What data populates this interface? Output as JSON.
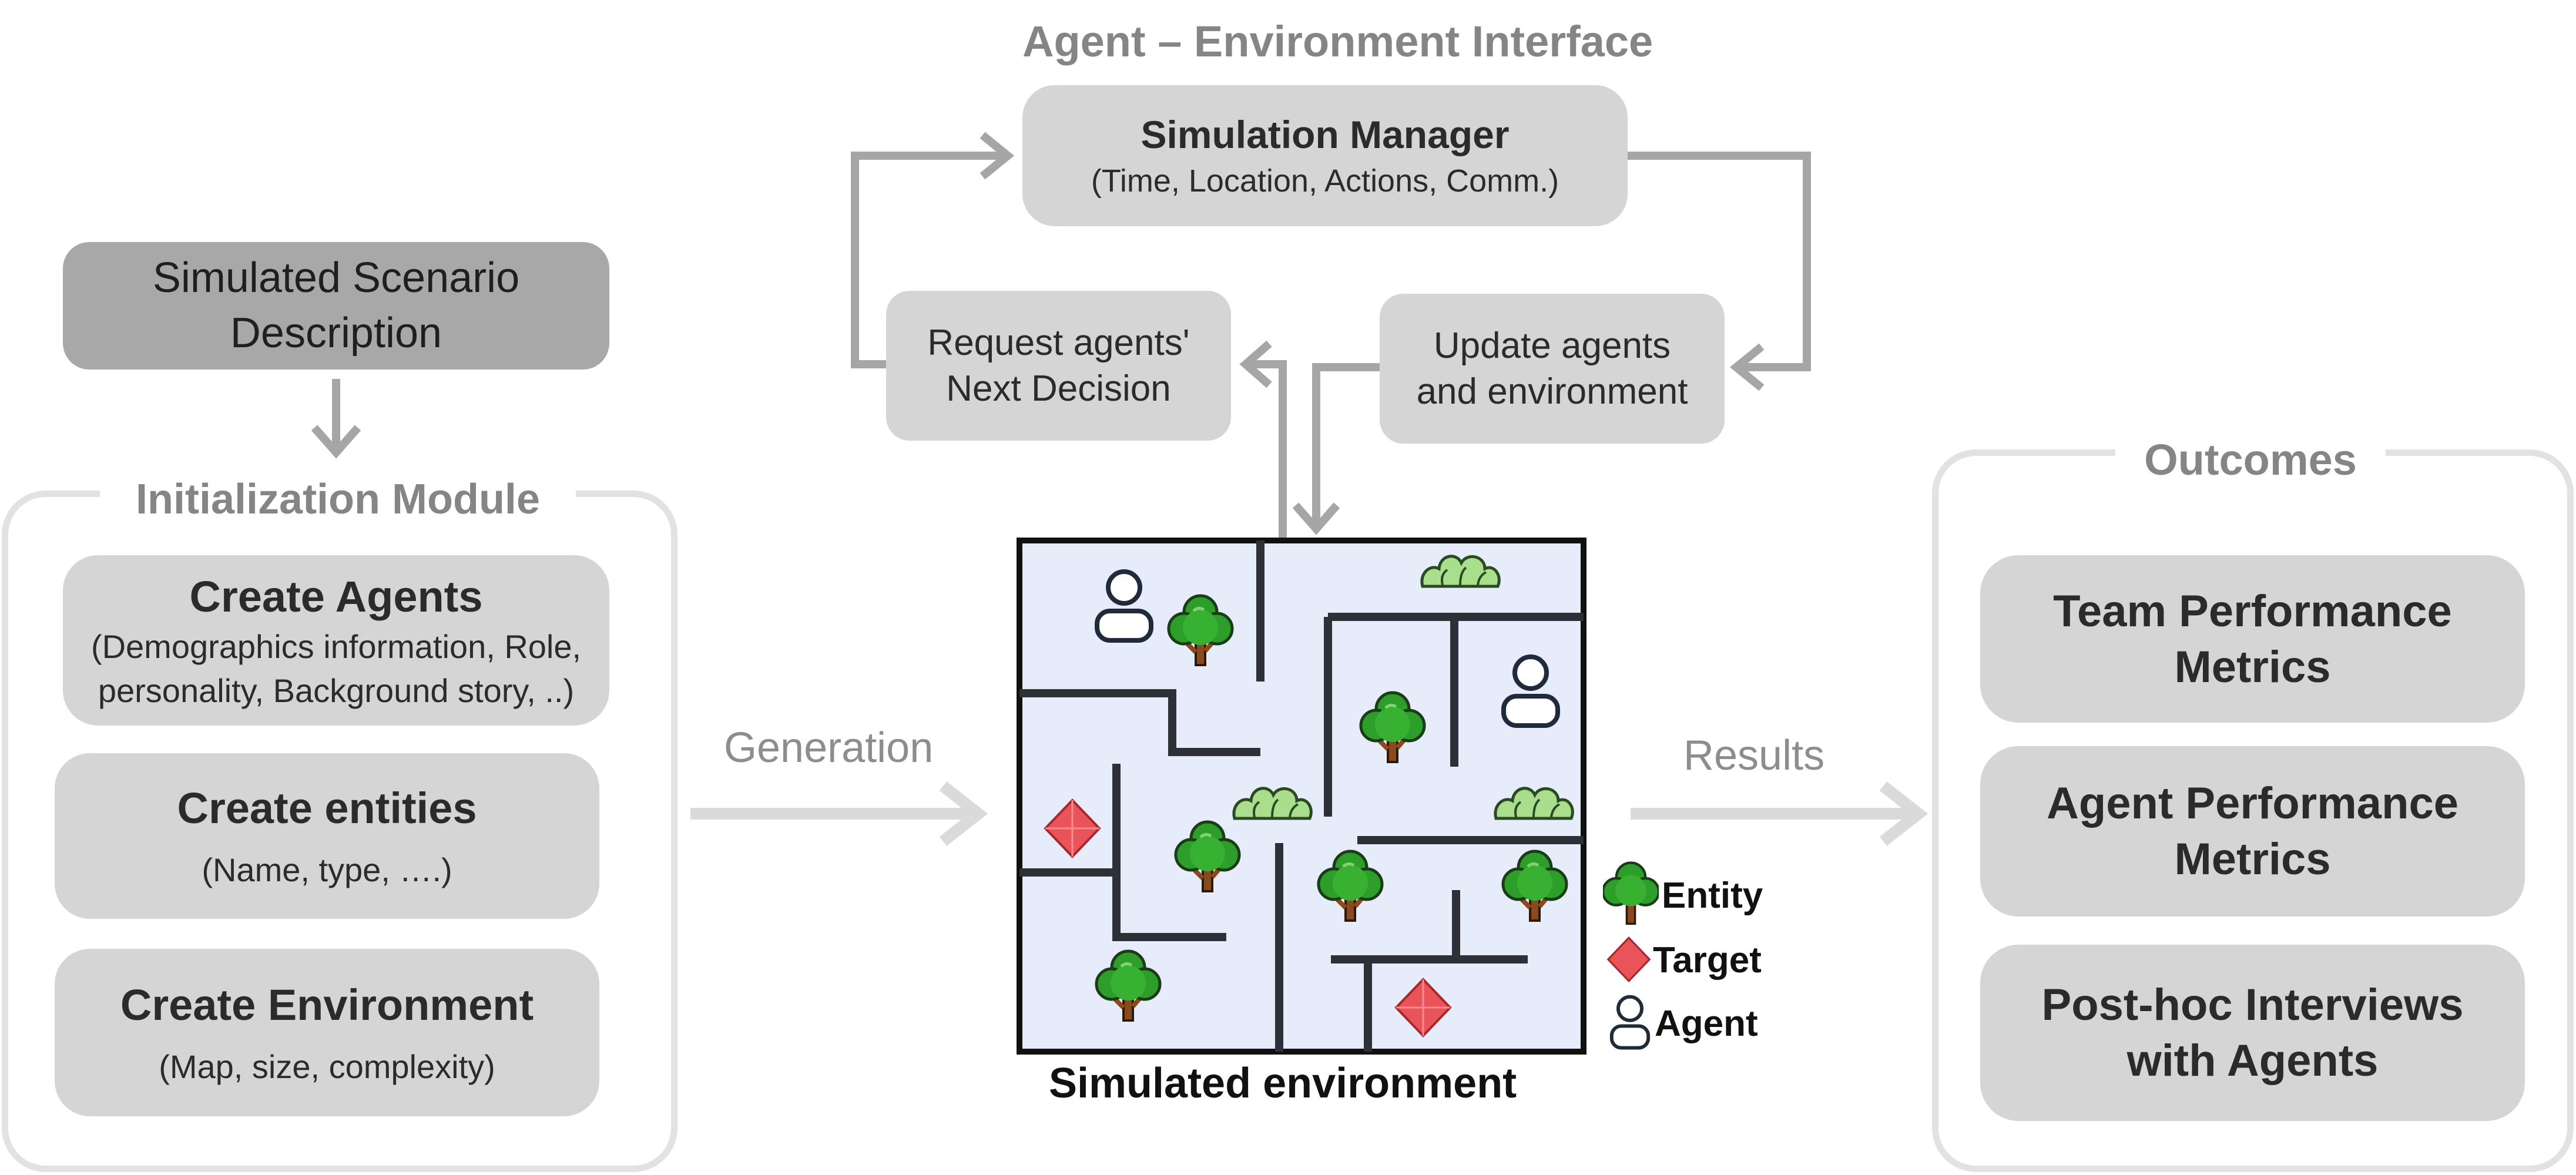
{
  "interface_title": "Agent – Environment Interface",
  "simulation_manager": {
    "title": "Simulation Manager",
    "subtitle": "(Time, Location, Actions, Comm.)"
  },
  "request_box": {
    "line1": "Request agents'",
    "line2": "Next Decision"
  },
  "update_box": {
    "line1": "Update agents",
    "line2": "and environment"
  },
  "scenario": {
    "line1": "Simulated Scenario",
    "line2": "Description"
  },
  "init_module": {
    "title": "Initialization Module",
    "agents": {
      "title": "Create Agents",
      "line1": "(Demographics information, Role,",
      "line2": "personality, Background story, ..)"
    },
    "entities": {
      "title": "Create entities",
      "detail": "(Name, type, ….)"
    },
    "environment": {
      "title": "Create Environment",
      "detail": "(Map, size, complexity)"
    }
  },
  "generation_label": "Generation",
  "results_label": "Results",
  "environment_caption": "Simulated environment",
  "legend": {
    "entity": "Entity",
    "target": "Target",
    "agent": "Agent"
  },
  "outcomes": {
    "title": "Outcomes",
    "team": {
      "line1": "Team Performance",
      "line2": "Metrics"
    },
    "agent": {
      "line1": "Agent Performance",
      "line2": "Metrics"
    },
    "interviews": {
      "line1": "Post-hoc Interviews",
      "line2": "with Agents"
    }
  },
  "colors": {
    "box_fill": "#d5d5d5",
    "scenario_fill": "#a8a8a8",
    "map_fill": "#e6ecfa",
    "arrow_gray": "#a3a3a3",
    "light_arrow": "#d9d9d9",
    "tree_green": "#2e9e2a",
    "target_red": "#e8545a"
  }
}
